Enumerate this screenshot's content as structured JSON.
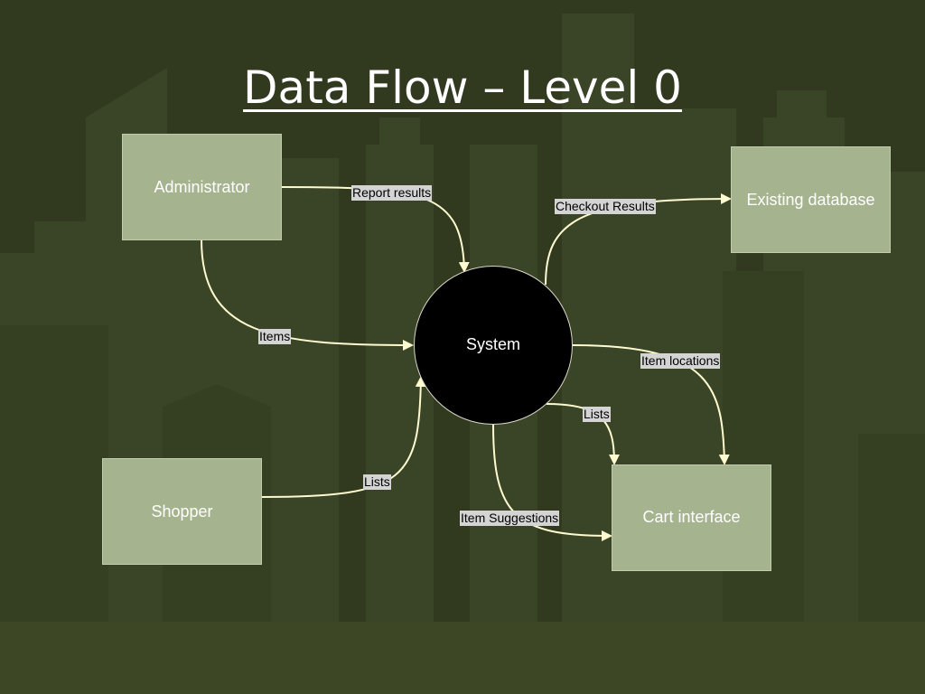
{
  "title": "Data Flow – Level 0",
  "colors": {
    "background": "#313a1f",
    "box_fill": "#a5b48f",
    "process_fill": "#000000",
    "arrow": "#fffbd0",
    "label_bg": "#d4d4d4"
  },
  "nodes": {
    "administrator": "Administrator",
    "existing_database": "Existing database",
    "system": "System",
    "shopper": "Shopper",
    "cart_interface": "Cart interface"
  },
  "flows": {
    "report_results": "Report results",
    "checkout_results": "Checkout Results",
    "items": "Items",
    "item_locations": "Item locations",
    "lists_to_cart": "Lists",
    "lists_from_shopper": "Lists",
    "item_suggestions": "Item Suggestions"
  }
}
